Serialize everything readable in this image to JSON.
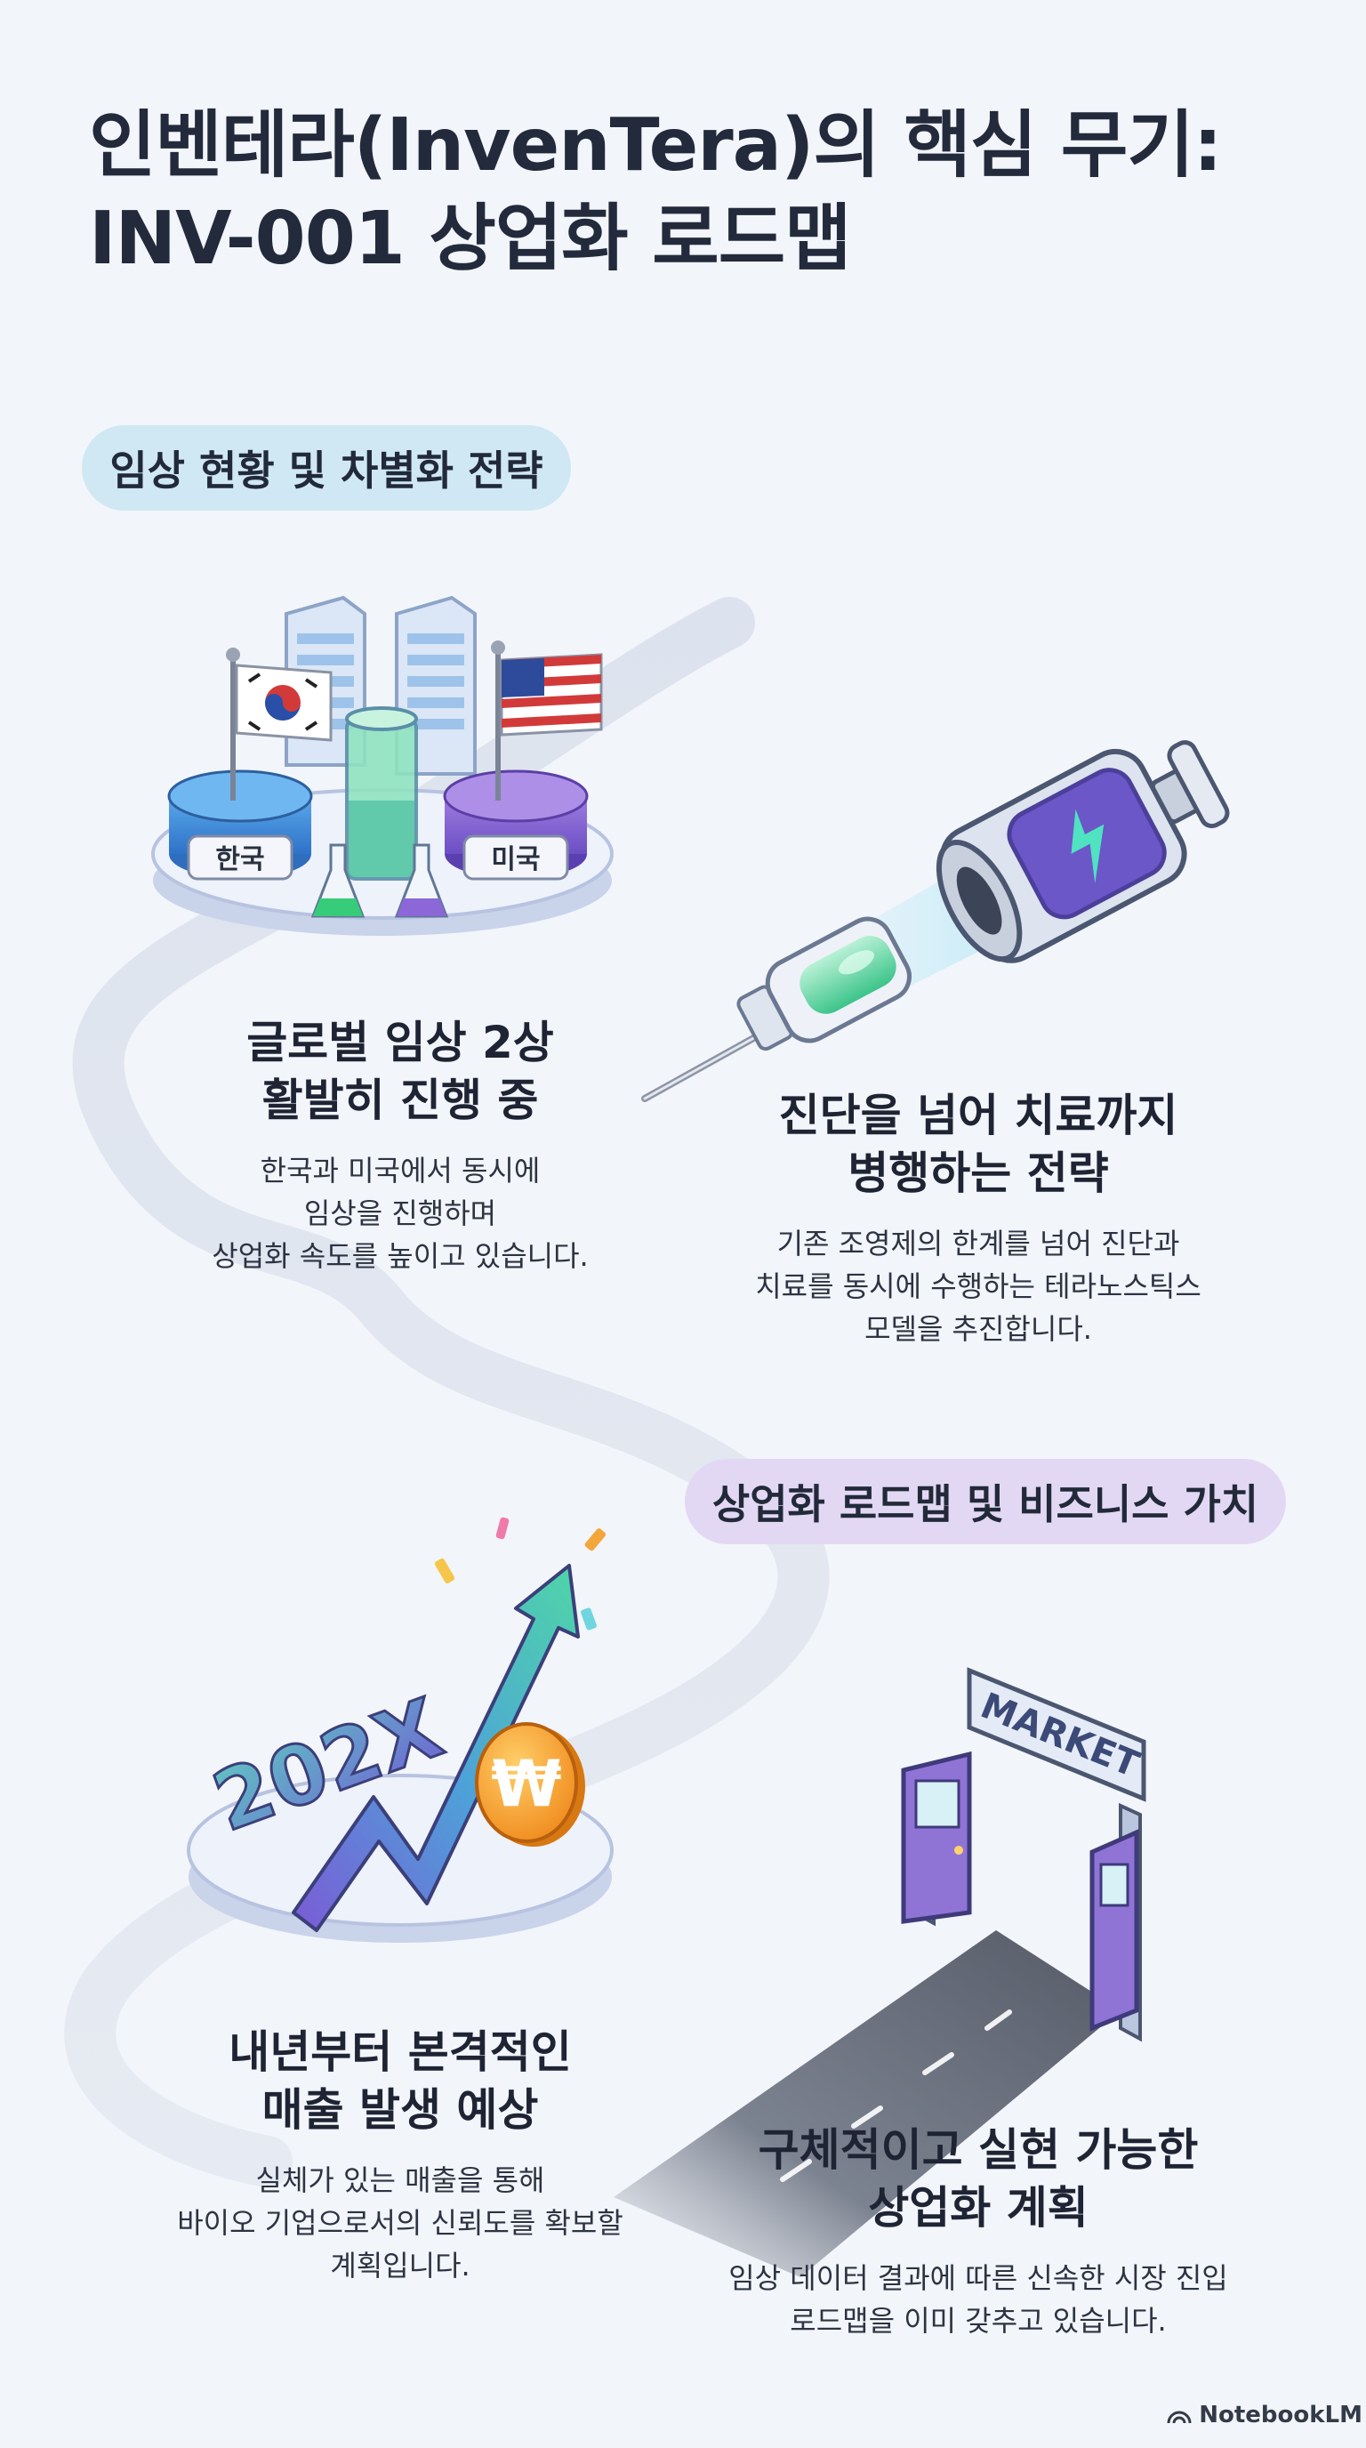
{
  "title": {
    "line1": "인벤테라(InvenTera)의 핵심 무기:",
    "line2": "INV-001 상업화 로드맵"
  },
  "section1": {
    "label": "임상 현황 및 차별화 전략"
  },
  "section2": {
    "label": "상업화 로드맵 및 비즈니스 가치"
  },
  "illustrations": {
    "korea_label": "한국",
    "usa_label": "미국",
    "year_label": "202X",
    "won_symbol": "₩",
    "market_sign": "MARKET"
  },
  "blocks": [
    {
      "heading": [
        "글로벌 임상 2상",
        "활발히 진행 중"
      ],
      "body": [
        "한국과 미국에서 동시에",
        "임상을 진행하며",
        "상업화 속도를 높이고 있습니다."
      ]
    },
    {
      "heading": [
        "진단을 넘어 치료까지",
        "병행하는 전략"
      ],
      "body": [
        "기존 조영제의 한계를 넘어 진단과",
        "치료를 동시에 수행하는 테라노스틱스",
        "모델을 추진합니다."
      ]
    },
    {
      "heading": [
        "내년부터 본격적인",
        "매출 발생 예상"
      ],
      "body": [
        "실체가 있는 매출을 통해",
        "바이오 기업으로서의 신뢰도를 확보할",
        "계획입니다."
      ]
    },
    {
      "heading": [
        "구체적이고 실현 가능한",
        "상업화 계획"
      ],
      "body": [
        "임상 데이터 결과에 따른 신속한 시장 진입",
        "로드맵을 이미 갖추고 있습니다."
      ]
    }
  ],
  "footer": {
    "brand": "NotebookLM"
  },
  "colors": {
    "background": "#f2f5fa",
    "pill_blue": "#cfe8f4",
    "pill_purple": "#e3d8f4",
    "accent_green": "#4fd48a",
    "accent_purple": "#8b6fd8",
    "accent_orange": "#f39a2a"
  }
}
